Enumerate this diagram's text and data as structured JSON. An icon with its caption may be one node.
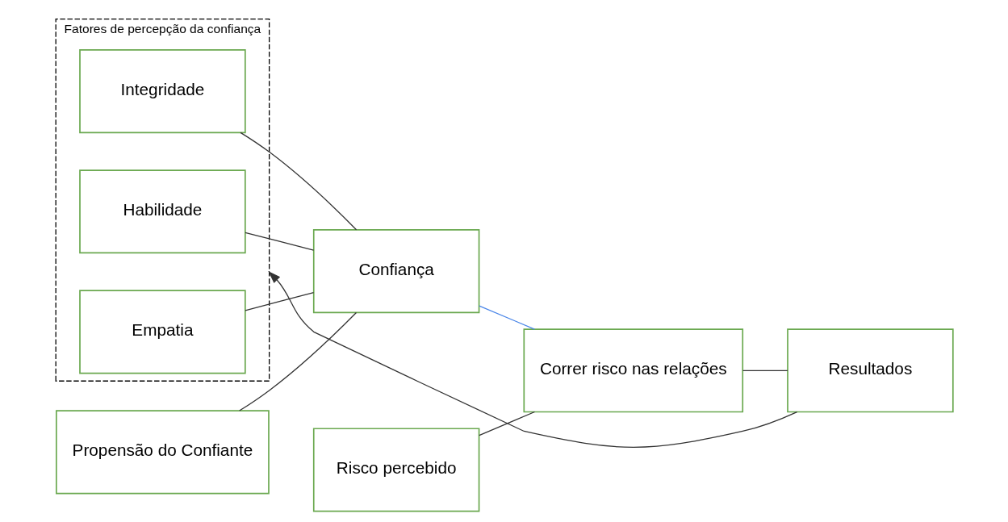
{
  "diagram": {
    "nodes": [
      {
        "text": [
          "Fatores de percepção da confiança"
        ]
      },
      {
        "text": [
          "Integridade"
        ],
        "in": 0
      },
      {
        "text": [
          "Habilidade"
        ],
        "in": 0
      },
      {
        "text": [
          "Empatia"
        ],
        "in": 0
      },
      {
        "text": [
          "Risco percebido"
        ]
      },
      {
        "text": [
          "Confiança"
        ]
      },
      {
        "text": [
          "Correr risco nas relações"
        ]
      },
      {
        "text": [
          "Resultados"
        ]
      },
      {
        "text": [
          "Propensão do Confiante"
        ]
      }
    ],
    "edges": [
      {
        "from": 1,
        "to": 5,
        "arrow": "none"
      },
      {
        "from": 2,
        "to": 5,
        "arrow": "none"
      },
      {
        "from": 3,
        "to": 5,
        "arrow": "none"
      },
      {
        "from": 8,
        "to": 5,
        "arrow": "none"
      },
      {
        "from": 5,
        "to": 6,
        "arrow": "none",
        "color": "#4a86e8"
      },
      {
        "from": 4,
        "to": 6,
        "arrow": "none"
      },
      {
        "from": 6,
        "to": 7,
        "arrow": "none"
      },
      {
        "from": 7,
        "to": 0,
        "arrow": "to"
      }
    ]
  }
}
